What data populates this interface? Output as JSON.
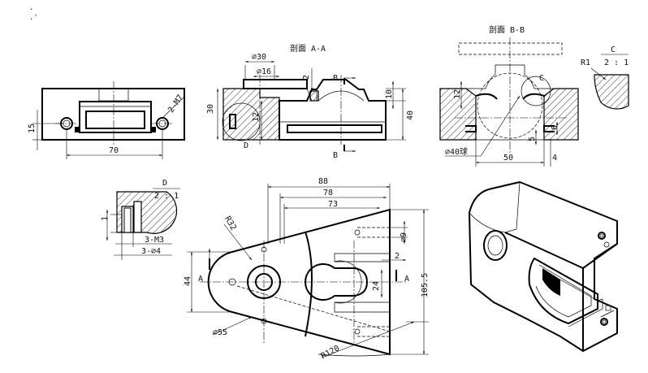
{
  "section_titles": {
    "aa": "剖面 A-A",
    "bb": "剖面 B-B"
  },
  "details": {
    "c": {
      "label": "C",
      "scale": "2 : 1",
      "radius": "R1"
    },
    "d": {
      "label": "D",
      "scale": "2 : 1"
    }
  },
  "front_view": {
    "width": "70",
    "height": "15",
    "thread": "2-M7"
  },
  "section_aa": {
    "dia30": "⌀30",
    "dia16": "⌀16",
    "dim2": "2",
    "dim30": "30",
    "dim12": "12",
    "dim10": "10",
    "dim40": "40",
    "cut_b": "B",
    "detail_d": "D"
  },
  "section_bb": {
    "dim12": "12",
    "dim6": "6",
    "dim5": "5",
    "dim4": "4",
    "dim50": "50",
    "sphere": "⌀40球",
    "detail_c": "C"
  },
  "detail_d": {
    "dim1": "1",
    "thread": "3-M3",
    "hole": "3-⌀4"
  },
  "plan_view": {
    "dim88": "88",
    "dim78": "78",
    "dim73": "73",
    "r32": "R32",
    "dia9": "⌀9",
    "dim2": "2",
    "dim44": "44",
    "dim24": "24",
    "dim105_5": "105.5",
    "dia55": "⌀55",
    "r120": "R120",
    "cut_a": "A"
  }
}
